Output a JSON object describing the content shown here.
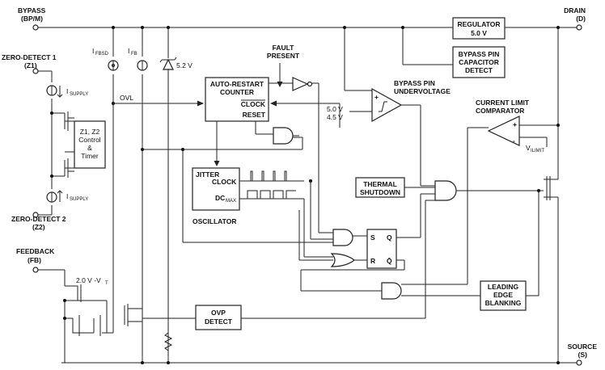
{
  "pins": {
    "bypass": [
      "BYPASS",
      "(BP/M)"
    ],
    "drain": [
      "DRAIN",
      "(D)"
    ],
    "zd1": [
      "ZERO-DETECT 1",
      "(Z1)"
    ],
    "zd2": [
      "ZERO-DETECT 2",
      "(Z2)"
    ],
    "feedback": [
      "FEEDBACK",
      "(FB)"
    ],
    "source": [
      "SOURCE",
      "(S)"
    ]
  },
  "blocks": {
    "regulator": [
      "REGULATOR",
      "5.0 V"
    ],
    "bypass_cap": [
      "BYPASS PIN",
      "CAPACITOR",
      "DETECT"
    ],
    "auto_restart": [
      "AUTO-RESTART",
      "COUNTER"
    ],
    "clock_label": "CLOCK",
    "reset_label": "RESET",
    "z_control": [
      "Z1, Z2",
      "Control",
      "&",
      "Timer"
    ],
    "jitter": [
      "JITTER",
      "CLOCK"
    ],
    "dcmax": "DC",
    "dcmax_sub": "MAX",
    "oscillator": "OSCILLATOR",
    "thermal": [
      "THERMAL",
      "SHUTDOWN"
    ],
    "leb": [
      "LEADING",
      "EDGE",
      "BLANKING"
    ],
    "ovp": [
      "OVP",
      "DETECT"
    ],
    "ff_s": "S",
    "ff_r": "R",
    "ff_q": "Q",
    "ff_qbar": "Q̄"
  },
  "labels": {
    "fault": [
      "FAULT",
      "PRESENT"
    ],
    "bypass_uv": [
      "BYPASS PIN",
      "UNDERVOLTAGE"
    ],
    "current_limit": [
      "CURRENT LIMIT",
      "COMPARATOR"
    ],
    "ovl": "OVL",
    "zener": "5.2 V",
    "v5": "5.0 V",
    "v45": "4.5 V",
    "fb_ref": "2.0 V -V",
    "fb_ref_sub": "T",
    "ilimit": "V",
    "ilimit_sub": "ILIMIT",
    "ifbsd": "I",
    "ifbsd_sub": "FBSD",
    "ifb": "I",
    "ifb_sub": "FB",
    "isupply1": "I",
    "isupply1_sub": "SUPPLY",
    "isupply2": "I",
    "isupply2_sub": "SUPPLY",
    "plus": "+",
    "minus": "-"
  }
}
